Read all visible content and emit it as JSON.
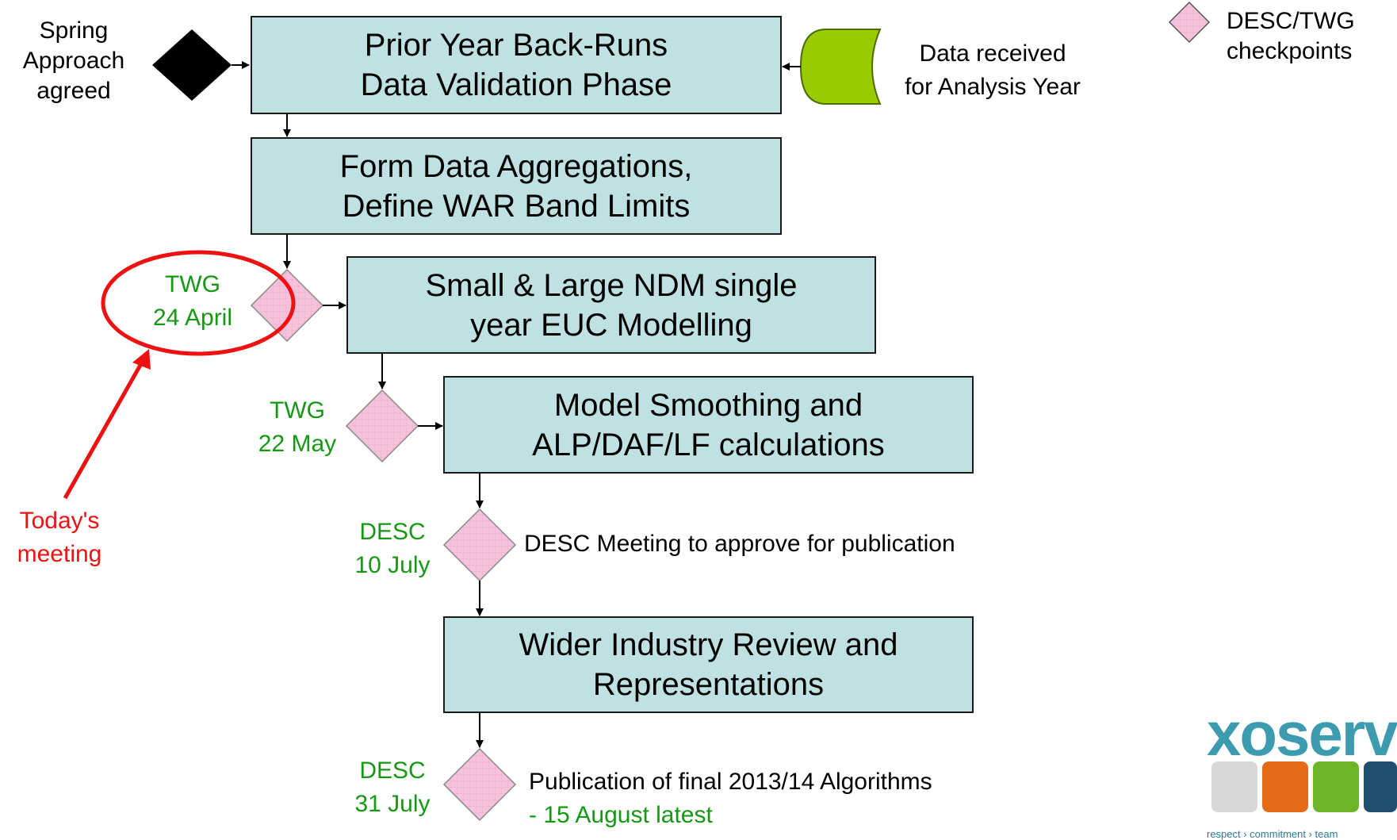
{
  "legend": {
    "label": "DESC/TWG\ncheckpoints",
    "icon": "checkpoint-diamond-icon",
    "color": "#f5c2dc"
  },
  "steps": [
    {
      "id": "prior-year-back-runs",
      "text": "Prior Year Back-Runs\nData Validation Phase"
    },
    {
      "id": "form-data-aggregations",
      "text": "Form Data Aggregations,\nDefine WAR Band Limits"
    },
    {
      "id": "ndm-euc-modelling",
      "text": "Small & Large NDM single\nyear EUC Modelling"
    },
    {
      "id": "model-smoothing",
      "text": "Model Smoothing and\nALP/DAF/LF calculations"
    },
    {
      "id": "wider-industry-review",
      "text": "Wider Industry Review and\nRepresentations"
    }
  ],
  "start": {
    "label": "Spring\nApproach\nagreed",
    "icon": "decision-diamond-icon"
  },
  "data_input": {
    "label": "Data received\nfor Analysis Year",
    "icon": "stored-data-icon",
    "color": "#99cc00"
  },
  "checkpoints": [
    {
      "id": "twg-24-april",
      "label": "TWG\n24 April",
      "note": ""
    },
    {
      "id": "twg-22-may",
      "label": "TWG\n22 May",
      "note": ""
    },
    {
      "id": "desc-10-july",
      "label": "DESC\n10 July",
      "note": "DESC Meeting to approve for publication"
    },
    {
      "id": "desc-31-july",
      "label": "DESC\n31 July",
      "note": "Publication of final 2013/14 Algorithms",
      "subnote": "- 15 August latest"
    }
  ],
  "annotation": {
    "label": "Today's\nmeeting",
    "color": "#ee1111"
  },
  "brand": {
    "logo_text": "xoserve",
    "tagline": "respect › commitment › team",
    "color": "#3d9bb0"
  },
  "colors": {
    "process_fill": "#bfe1e1",
    "checkpoint_fill": "#f5c2dc",
    "checkpoint_text": "#159915",
    "annotation": "#ee1111"
  }
}
